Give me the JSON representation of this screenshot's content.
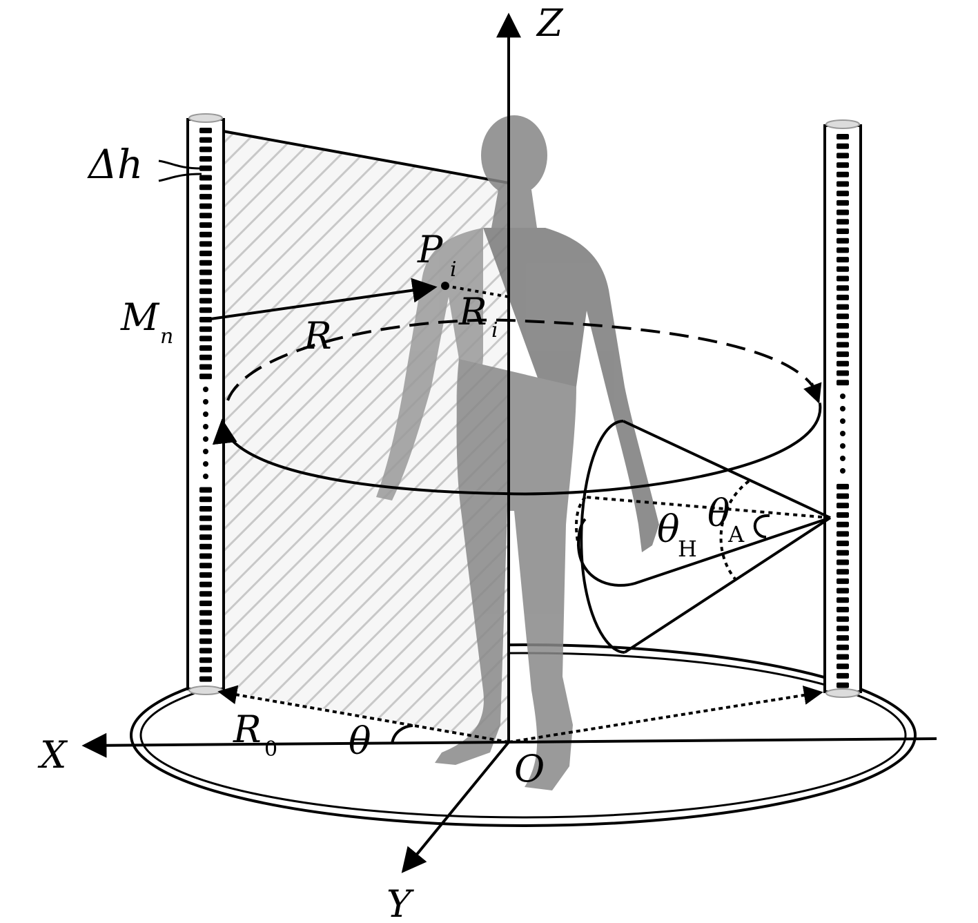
{
  "diagram": {
    "axes": {
      "z": "Z",
      "x": "X",
      "y": "Y",
      "origin": "O"
    },
    "labels": {
      "delta_h": "Δh",
      "p": "P",
      "p_sub": "i",
      "m": "M",
      "m_sub": "n",
      "r_i": "R",
      "r_i_sub": "i",
      "r": "R",
      "r0": "R",
      "r0_sub": "0",
      "theta": "θ",
      "theta_h": "θ",
      "theta_h_sub": "H",
      "theta_a": "θ",
      "theta_a_sub": "A"
    },
    "array_element_count": 60,
    "colors": {
      "line": "#000000",
      "body": "#858585",
      "body_shadow": "#6f6f6f",
      "hatch": "#c8c8c8",
      "plane_fill": "#f4f4f4"
    }
  }
}
